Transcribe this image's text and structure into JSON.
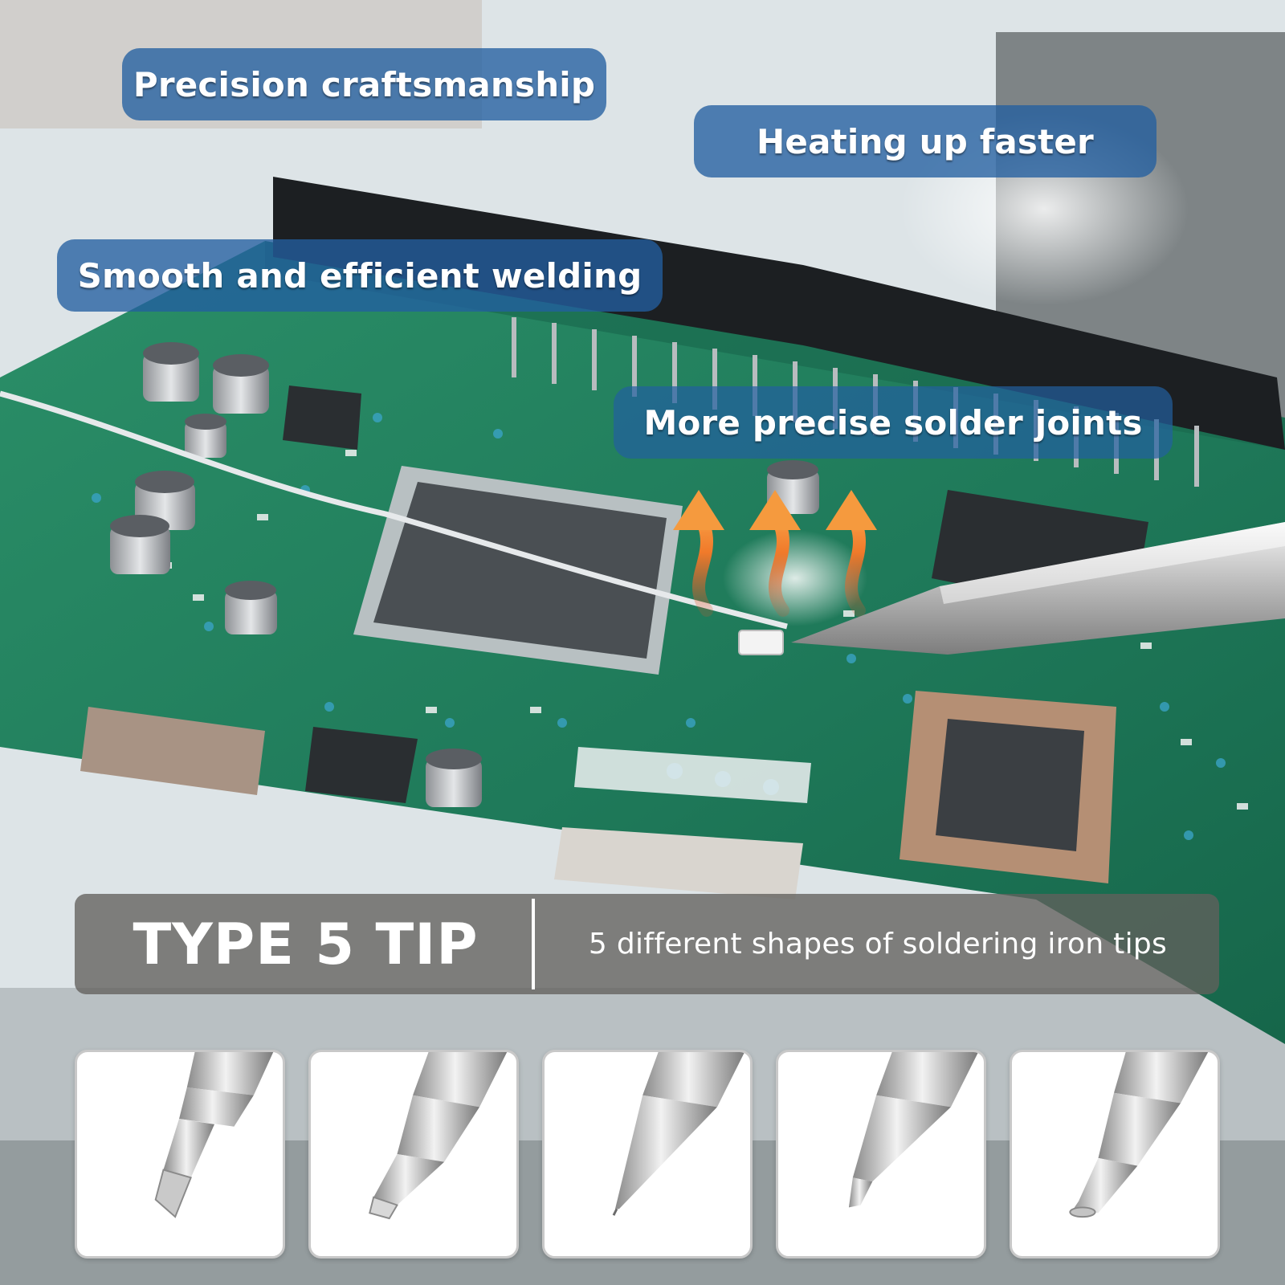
{
  "features": [
    {
      "label": "Precision craftsmanship"
    },
    {
      "label": "Heating up faster"
    },
    {
      "label": "Smooth and efficient welding"
    },
    {
      "label": "More precise solder joints"
    }
  ],
  "banner": {
    "title": "TYPE 5 TIP",
    "subtitle": "5 different shapes of soldering iron tips"
  },
  "tips": [
    {
      "name": "knife-tip-icon"
    },
    {
      "name": "chisel-tip-icon"
    },
    {
      "name": "conical-fine-tip-icon"
    },
    {
      "name": "conical-bevel-tip-icon"
    },
    {
      "name": "bent-bevel-tip-icon"
    }
  ],
  "colors": {
    "chip_blue": "#225fa0",
    "banner_gray": "#62605c",
    "pcb_green": "#1f7a5a",
    "heat_orange": "#f07a2a"
  }
}
